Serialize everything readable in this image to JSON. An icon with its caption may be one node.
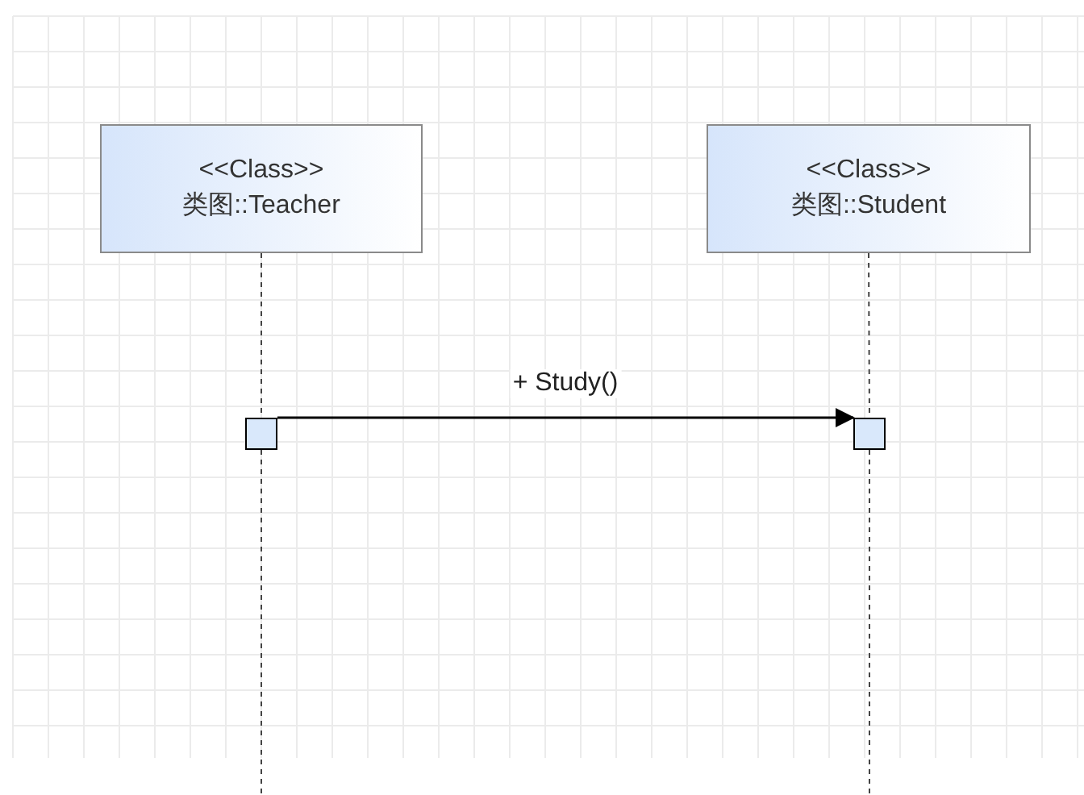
{
  "diagram": {
    "nodes": [
      {
        "text": [
          "<<Class>>",
          "类图::Teacher"
        ]
      },
      {
        "text": [
          "<<Class>>",
          "类图::Student"
        ]
      },
      {
        "text": [],
        "shape": "box"
      },
      {
        "text": [],
        "shape": "box"
      }
    ],
    "edges": [
      {
        "from": 0,
        "to": 2,
        "arrow": "none",
        "style": "dashed"
      },
      {
        "from": 1,
        "to": 3,
        "arrow": "none",
        "style": "dashed"
      },
      {
        "from": 2,
        "to": null,
        "arrow": "none",
        "style": "dashed"
      },
      {
        "from": 3,
        "to": null,
        "arrow": "none",
        "style": "dashed"
      },
      {
        "from": 2,
        "to": 3,
        "arrow": "to",
        "label": "+ Study()"
      }
    ]
  }
}
